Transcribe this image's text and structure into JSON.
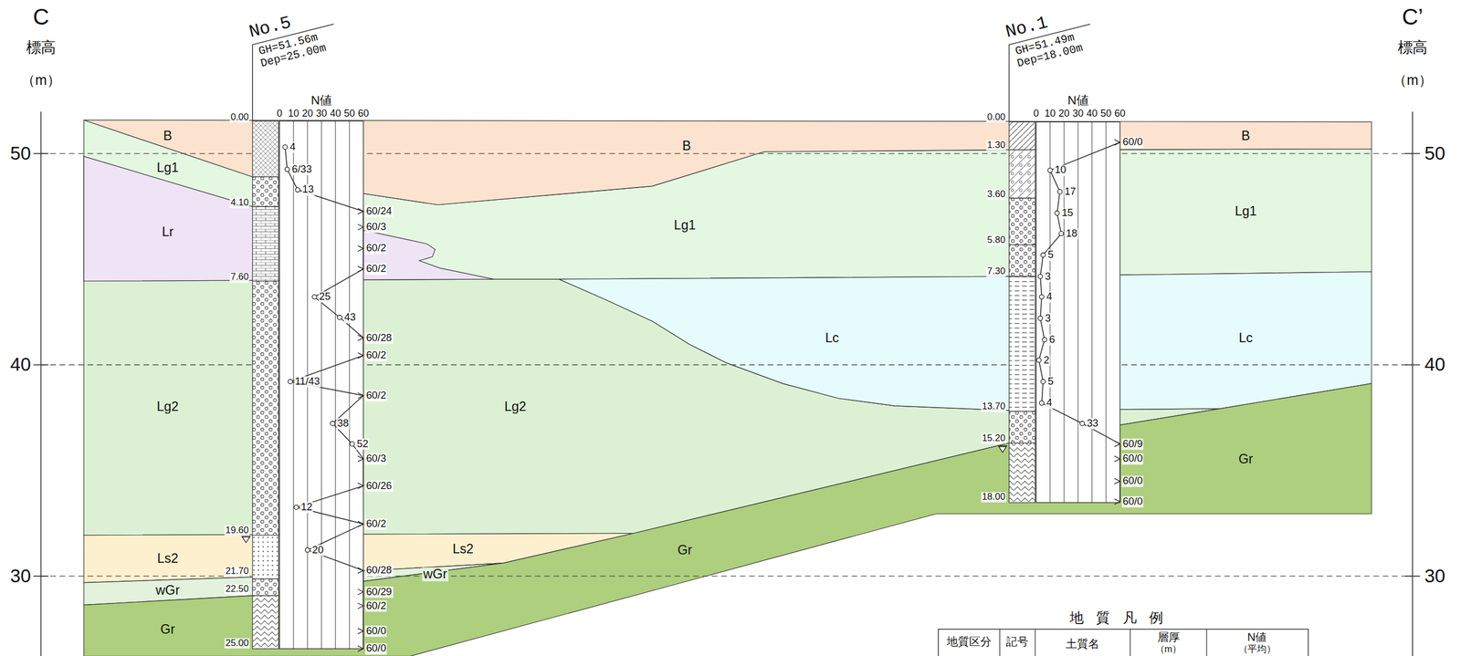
{
  "diagram": {
    "labels": [
      "C",
      "標高",
      "（m）",
      "C’",
      "標高",
      "（m）",
      "50",
      "40",
      "30",
      "50",
      "40",
      "30",
      "No.5",
      "GH=51.56m",
      "Dep=25.00m",
      "N値",
      "0",
      "10",
      "20",
      "30",
      "40",
      "50",
      "60",
      "0.00",
      "4.10",
      "7.60",
      "19.60",
      "21.70",
      "22.50",
      "25.00",
      "4",
      "6/33",
      "13",
      "60/24",
      "60/3",
      "60/2",
      "60/2",
      "25",
      "43",
      "60/28",
      "60/2",
      "11/43",
      "60/2",
      "38",
      "52",
      "60/3",
      "60/26",
      "12",
      "60/2",
      "20",
      "60/28",
      "60/29",
      "60/2",
      "60/0",
      "60/0",
      "No.1",
      "GH=51.49m",
      "Dep=18.00m",
      "N値",
      "0",
      "10",
      "20",
      "30",
      "40",
      "50",
      "60",
      "0.00",
      "1.30",
      "3.60",
      "5.80",
      "7.30",
      "13.70",
      "15.20",
      "18.00",
      "60/0",
      "10",
      "17",
      "15",
      "18",
      "5",
      "3",
      "4",
      "3",
      "6",
      "2",
      "5",
      "4",
      "33",
      "60/9",
      "60/0",
      "60/0",
      "60/0",
      "B",
      "Lg1",
      "Lr",
      "Lg2",
      "Ls2",
      "wGr",
      "Gr",
      "B",
      "Lg1",
      "Lg2",
      "Lc",
      "Ls2",
      "wGr",
      "Gr",
      "B",
      "Lg1",
      "Lc",
      "Gr",
      "地質凡例",
      "地質区分",
      "記号",
      "土質名",
      "層厚",
      "（m）",
      "N値",
      "（平均）"
    ]
  }
}
